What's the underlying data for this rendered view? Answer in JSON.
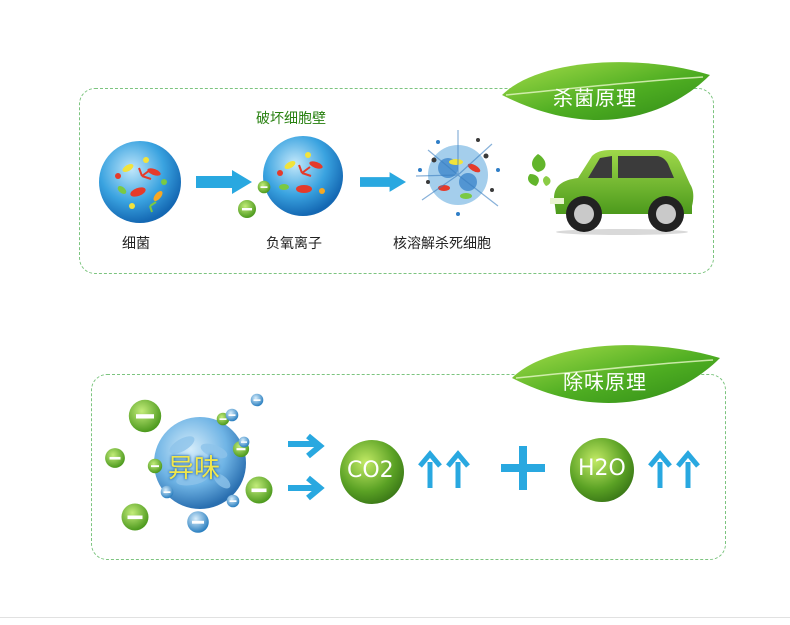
{
  "section1": {
    "title": "杀菌原理",
    "steps": [
      {
        "label": "细菌"
      },
      {
        "top_label": "破坏细胞壁",
        "label": "负氧离子"
      },
      {
        "label": "核溶解杀死细胞"
      }
    ]
  },
  "section2": {
    "title": "除味原理",
    "odor_label": "异味",
    "products": [
      "CO2",
      "H2O"
    ]
  },
  "colors": {
    "leaf_green": "#5cb82a",
    "dashed_border": "#7cc47f",
    "arrow_blue": "#29a8e0",
    "ion_green": "#6db12d",
    "car_green": "#74c12e"
  },
  "icons": [
    "leaf-icon",
    "bacteria-sphere-icon",
    "arrow-right-icon",
    "negative-ion-icon",
    "exploded-cell-icon",
    "car-icon",
    "up-arrow-icon",
    "plus-icon"
  ]
}
